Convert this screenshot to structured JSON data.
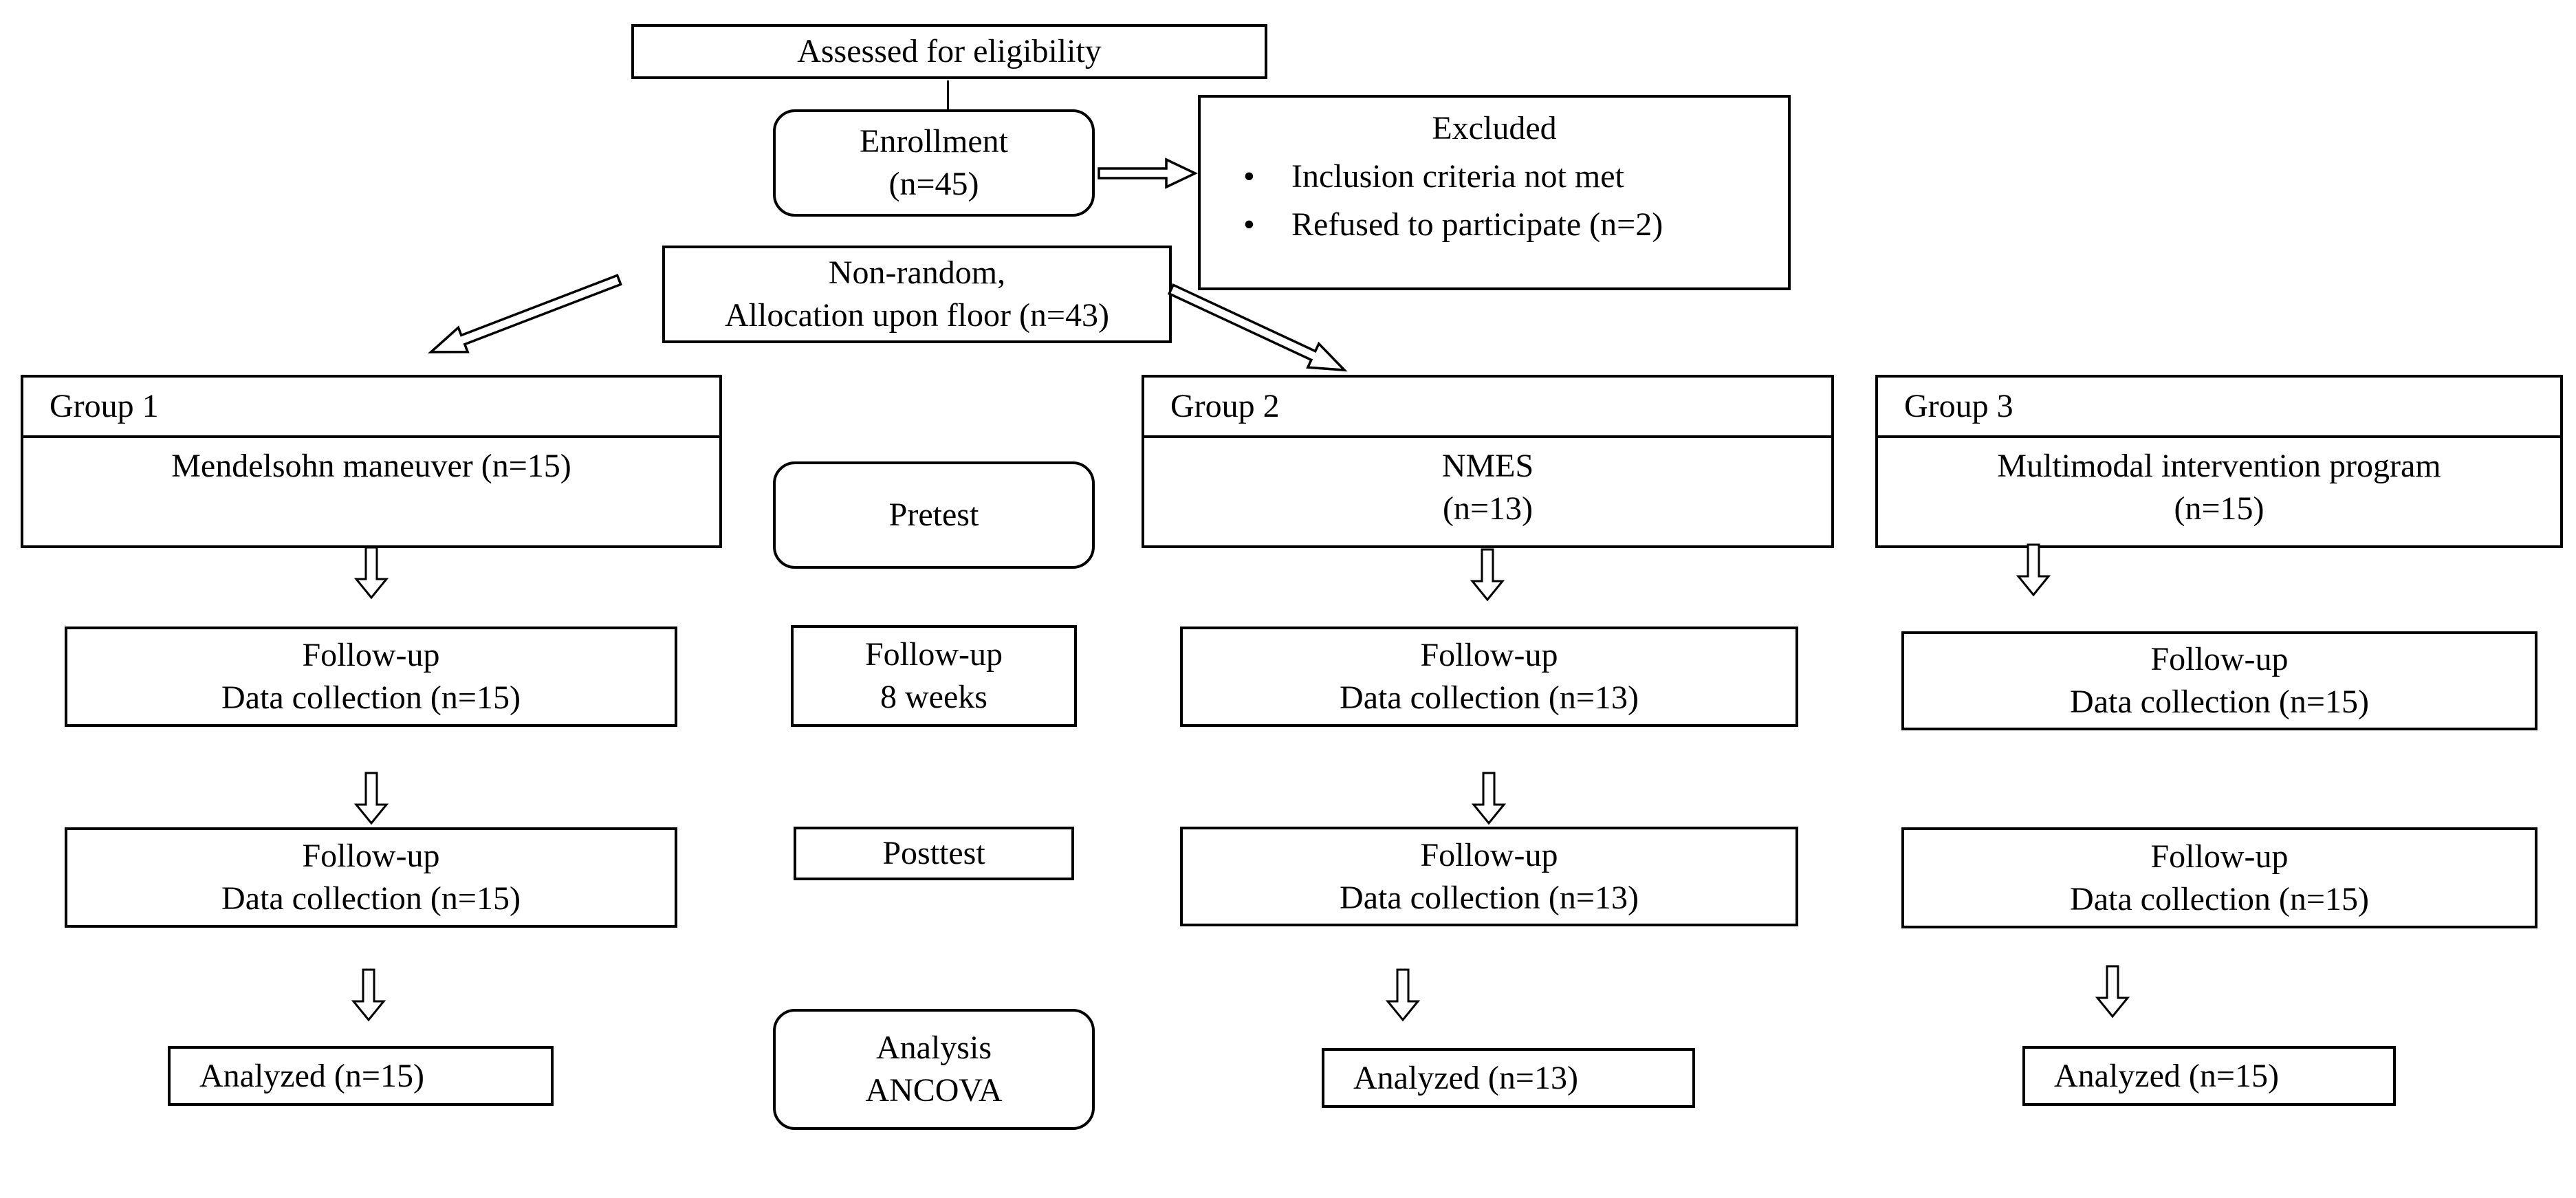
{
  "diagram": {
    "assessed_label": "Assessed for eligibility",
    "enrollment": {
      "title": "Enrollment",
      "count": "(n=45)"
    },
    "excluded": {
      "title": "Excluded",
      "bullet_glyph": "•",
      "bullet1": "Inclusion criteria not met",
      "bullet2": "Refused to participate (n=2)"
    },
    "allocation": {
      "line1": "Non-random,",
      "line2": "Allocation upon floor (n=43)"
    },
    "groups": [
      {
        "header": "Group 1",
        "body_line1": "Mendelsohn maneuver (n=15)",
        "body_line2": "",
        "followup1_line1": "Follow-up",
        "followup1_line2": "Data collection (n=15)",
        "followup2_line1": "Follow-up",
        "followup2_line2": "Data collection (n=15)",
        "analyzed": "Analyzed (n=15)"
      },
      {
        "header": "Group 2",
        "body_line1": "NMES",
        "body_line2": "(n=13)",
        "followup1_line1": "Follow-up",
        "followup1_line2": "Data collection (n=13)",
        "followup2_line1": "Follow-up",
        "followup2_line2": "Data collection (n=13)",
        "analyzed": "Analyzed (n=13)"
      },
      {
        "header": "Group 3",
        "body_line1": "Multimodal intervention program",
        "body_line2": "(n=15)",
        "followup1_line1": "Follow-up",
        "followup1_line2": "Data collection (n=15)",
        "followup2_line1": "Follow-up",
        "followup2_line2": "Data collection (n=15)",
        "analyzed": "Analyzed (n=15)"
      }
    ],
    "timeline": {
      "pretest": "Pretest",
      "followup_line1": "Follow-up",
      "followup_line2": "8 weeks",
      "posttest": "Posttest",
      "analysis_line1": "Analysis",
      "analysis_line2": "ANCOVA"
    },
    "colors": {
      "border": "#000000",
      "background": "#ffffff",
      "text": "#000000"
    }
  }
}
